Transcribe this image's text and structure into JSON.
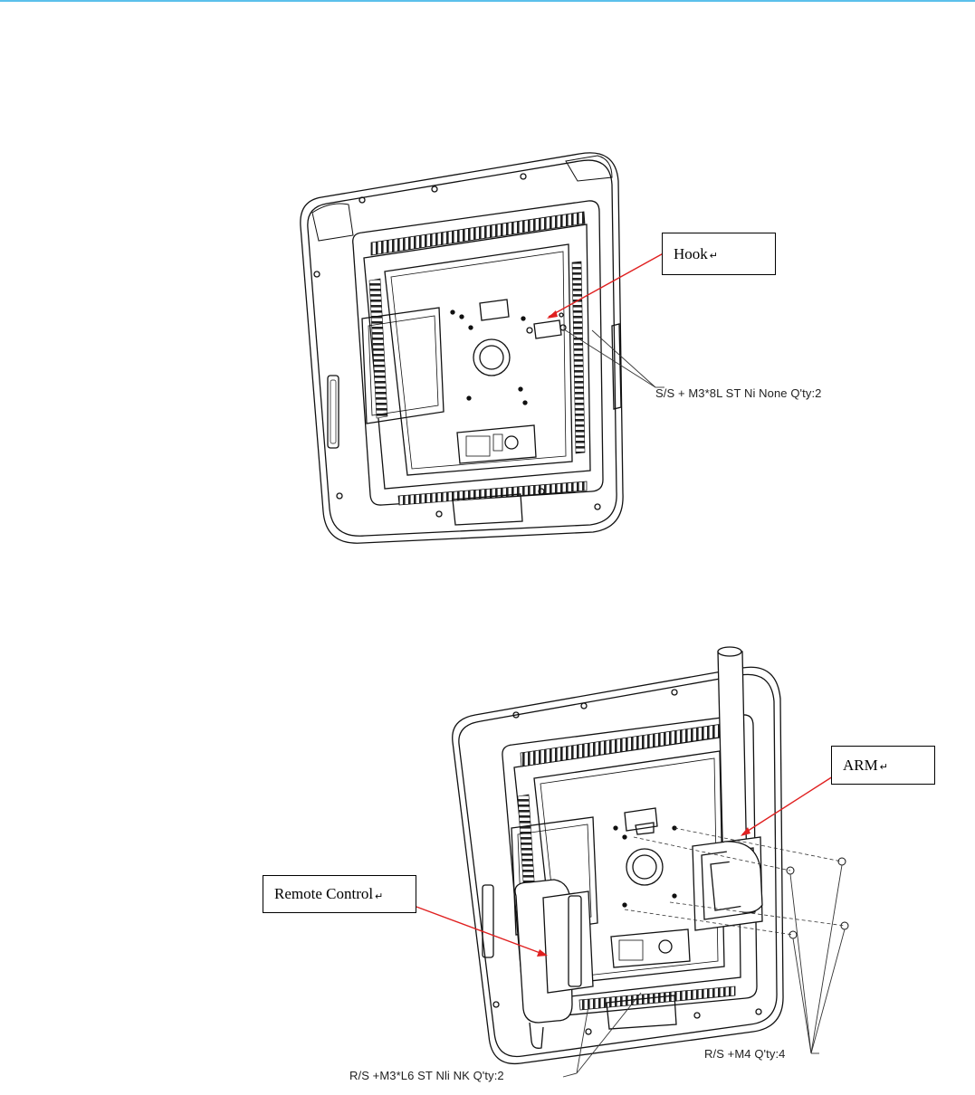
{
  "figure1": {
    "hook_label": "Hook",
    "screw_note": "S/S + M3*8L ST Ni None Q'ty:2"
  },
  "figure2": {
    "arm_label": "ARM",
    "remote_label": "Remote Control",
    "screw_note_m4": "R/S +M4  Q'ty:4",
    "screw_note_m3": "R/S +M3*L6 ST Nli NK  Q'ty:2"
  },
  "colors": {
    "accent_rule": "#5bc0eb",
    "leader_red": "#e02020"
  }
}
